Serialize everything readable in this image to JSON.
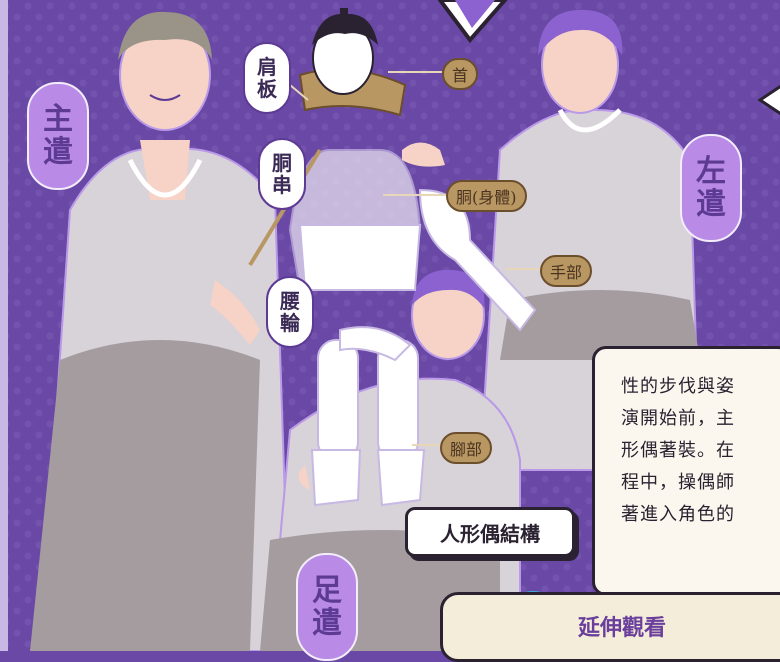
{
  "tags": {
    "main_operator": [
      "主",
      "遣"
    ],
    "left_operator": [
      "左",
      "遣"
    ],
    "foot_operator": [
      "足",
      "遣"
    ],
    "shoulder_board": [
      "肩",
      "板"
    ],
    "torso_string": [
      "胴",
      "串"
    ],
    "waist_ring": [
      "腰",
      "輪"
    ]
  },
  "parts": {
    "head": "首",
    "body": "胴(身體)",
    "hand": "手部",
    "leg": "腳部"
  },
  "info_lines": [
    "性的步伐與姿",
    "演開始前，主",
    "形偶著裝。在",
    "程中，操偶師",
    "著進入角色的"
  ],
  "caption": "人形偶結構",
  "extend_label": "延伸觀看",
  "colors": {
    "background": "#6a49a6",
    "robe": "#d8d2d9",
    "hakama": "#a49c9e",
    "tag": "#b98ae6",
    "pill": "#b99763"
  }
}
